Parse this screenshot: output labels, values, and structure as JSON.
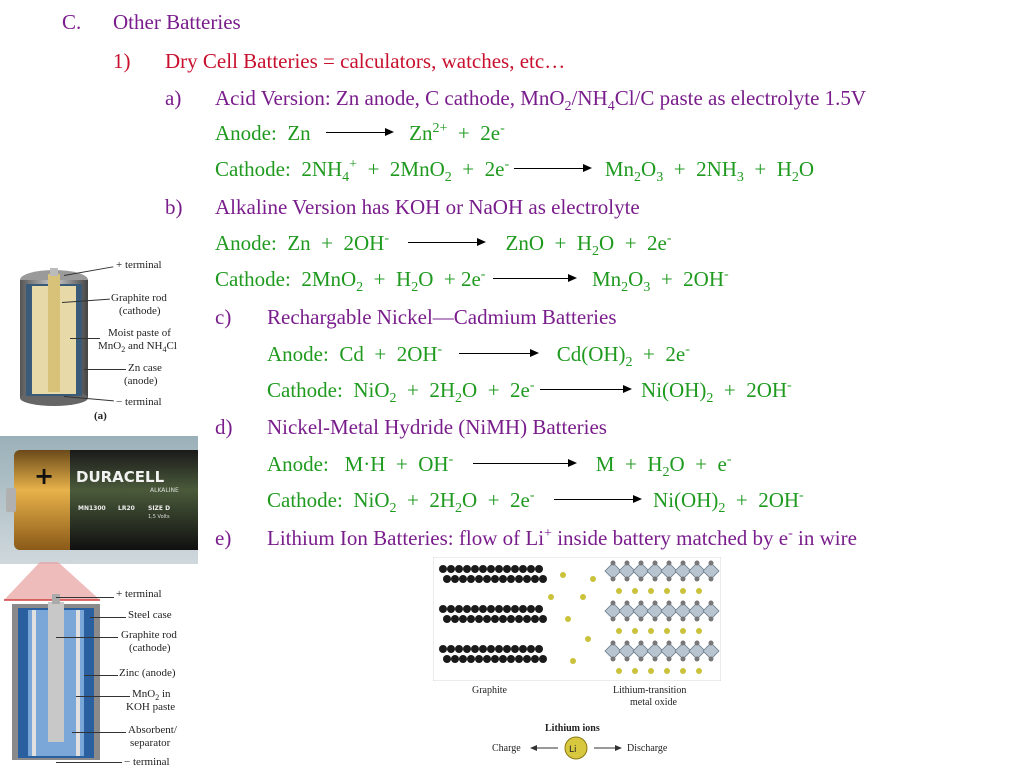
{
  "section": {
    "marker": "C.",
    "title": "Other Batteries"
  },
  "item1": {
    "marker": "1)",
    "text": "Dry Cell Batteries = calculators, watches, etc…"
  },
  "a": {
    "marker": "a)",
    "text_pre": "Acid Version: Zn anode, C cathode, MnO",
    "text_post": "Cl/C paste as electrolyte 1.5V"
  },
  "a_anode": {
    "label": "Anode:",
    "reactant": "Zn",
    "product": "Zn",
    "product_charge": "2+",
    "electrons": "2e",
    "e_charge": "-"
  },
  "a_cathode": {
    "label": "Cathode:",
    "r1": "2NH",
    "r1_charge": "+",
    "r2": "2MnO",
    "electrons": "2e",
    "e_charge": "-",
    "p1": "Mn",
    "p2": "2NH",
    "p3": "H",
    "p3b": "O"
  },
  "b": {
    "marker": "b)",
    "text": "Alkaline Version has KOH or NaOH as electrolyte"
  },
  "b_anode": {
    "label": "Anode:",
    "r1": "Zn",
    "r2": "2OH",
    "p1": "ZnO",
    "p2": "H",
    "p2b": "O",
    "p3": "2e",
    "charge": "-"
  },
  "b_cathode": {
    "label": "Cathode:",
    "r1": "2MnO",
    "r2": "H",
    "r2b": "O",
    "r3": "2e",
    "charge": "-",
    "p1": "Mn",
    "p2": "2OH"
  },
  "c": {
    "marker": "c)",
    "text": "Rechargable Nickel—Cadmium Batteries"
  },
  "c_anode": {
    "label": "Anode:",
    "r1": "Cd",
    "r2": "2OH",
    "p1": "Cd(OH)",
    "p2": "2e",
    "charge": "-"
  },
  "c_cathode": {
    "label": "Cathode:",
    "r1": "NiO",
    "r2": "2H",
    "r2b": "O",
    "r3": "2e",
    "charge": "-",
    "p1": "Ni(OH)",
    "p2": "2OH"
  },
  "d": {
    "marker": "d)",
    "text": "Nickel-Metal Hydride (NiMH) Batteries"
  },
  "d_anode": {
    "label": "Anode:",
    "r1": "M·H",
    "r2": "OH",
    "p1": "M",
    "p2": "H",
    "p2b": "O",
    "p3": "e",
    "charge": "-"
  },
  "d_cathode": {
    "label": "Cathode:",
    "r1": "NiO",
    "r2": "2H",
    "r2b": "O",
    "r3": "2e",
    "charge": "-",
    "p1": "Ni(OH)",
    "p2": "2OH"
  },
  "e": {
    "marker": "e)",
    "text1": "Lithium Ion Batteries: flow of Li",
    "sup1": "+",
    "text2": " inside battery matched by e",
    "sup2": "-",
    "text3": " in wire"
  },
  "fig_a": {
    "labels": [
      "+ terminal",
      "Graphite rod",
      "(cathode)",
      "Moist paste of",
      "MnO",
      " and NH",
      "Cl",
      "Zn case",
      "(anode)",
      "− terminal"
    ],
    "tag": "(a)"
  },
  "duracell": {
    "brand": "DURACELL",
    "sub": "ALKALINE",
    "plus": "+",
    "model": "MN1300",
    "code": "LR20",
    "size": "SIZE D",
    "volts": "1,5 Volts"
  },
  "fig_b": {
    "labels": [
      "+ terminal",
      "Steel case",
      "Graphite rod",
      "(cathode)",
      "Zinc (anode)",
      "MnO",
      " in",
      "KOH paste",
      "Absorbent/",
      "separator",
      "− terminal"
    ]
  },
  "li_fig": {
    "graphite": "Graphite",
    "oxide1": "Lithium-transition",
    "oxide2": "metal oxide",
    "ions": "Lithium ions",
    "charge": "Charge",
    "discharge": "Discharge",
    "li": "Li"
  },
  "colors": {
    "heading": "#7a1d8c",
    "item": "#c8102e",
    "equation": "#1f9a1f"
  }
}
